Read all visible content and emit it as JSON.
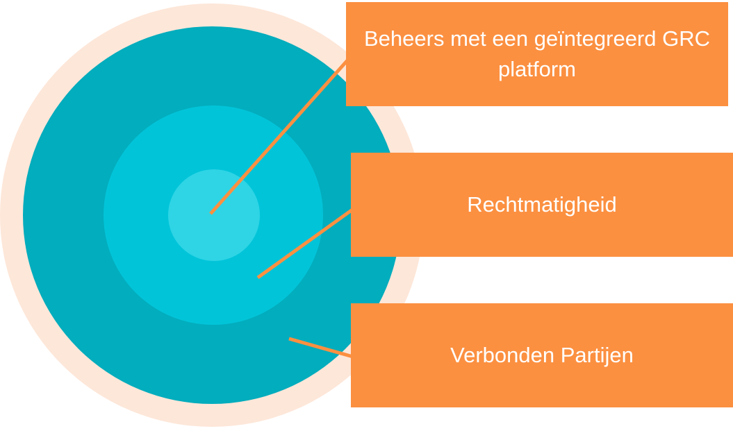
{
  "colors": {
    "outer_halo": "#fde7d9",
    "outer_ring": "#02adbd",
    "middle_ring": "#02c4d9",
    "inner_core": "#2fd5e5",
    "callout_box": "#fb9041",
    "connector": "#fb9041",
    "label_text": "#ffffff"
  },
  "labels": [
    {
      "text": "Beheers met een geïntegreerd GRC platform"
    },
    {
      "text": "Rechtmatigheid"
    },
    {
      "text": "Verbonden Partijen"
    }
  ]
}
